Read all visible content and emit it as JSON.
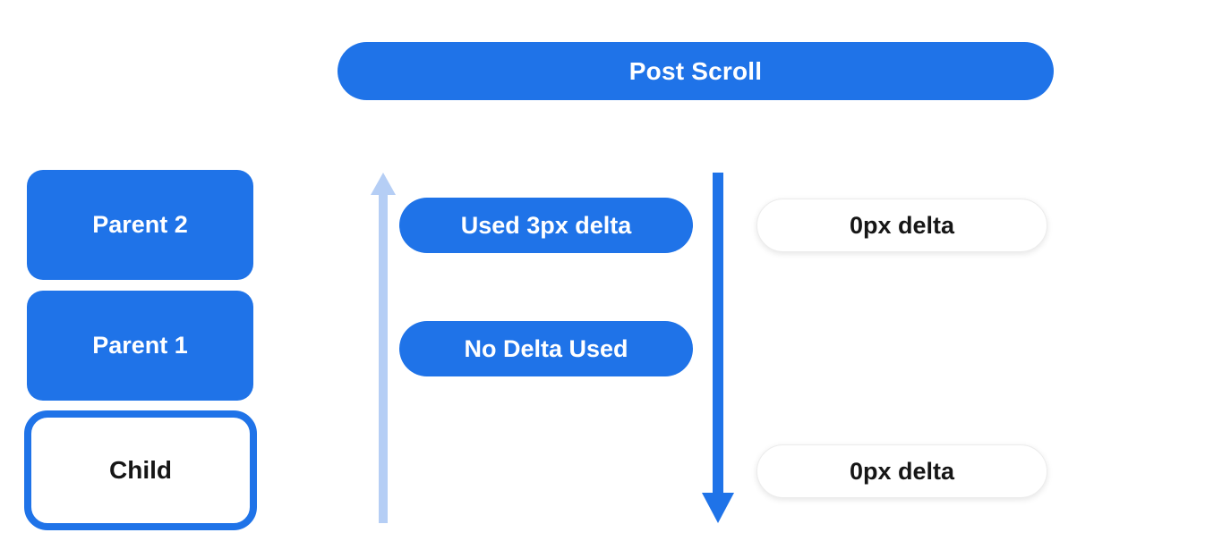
{
  "banner": {
    "label": "Post Scroll"
  },
  "stack": {
    "parent2": {
      "label": "Parent 2"
    },
    "parent1": {
      "label": "Parent 1"
    },
    "child": {
      "label": "Child"
    }
  },
  "annotations": {
    "used_delta": {
      "label": "Used 3px delta"
    },
    "no_delta": {
      "label": "No Delta Used"
    },
    "zero_delta_top": {
      "label": "0px delta"
    },
    "zero_delta_bottom": {
      "label": "0px delta"
    }
  },
  "arrows": {
    "up": {
      "direction": "up",
      "color": "#b5cef5"
    },
    "down": {
      "direction": "down",
      "color": "#1f73e8"
    }
  },
  "colors": {
    "primary_blue": "#1f73e8",
    "light_blue": "#b5cef5",
    "pill_white": "#ffffff",
    "text_on_blue": "#ffffff",
    "text_dark": "#161616",
    "background": "#ffffff"
  }
}
